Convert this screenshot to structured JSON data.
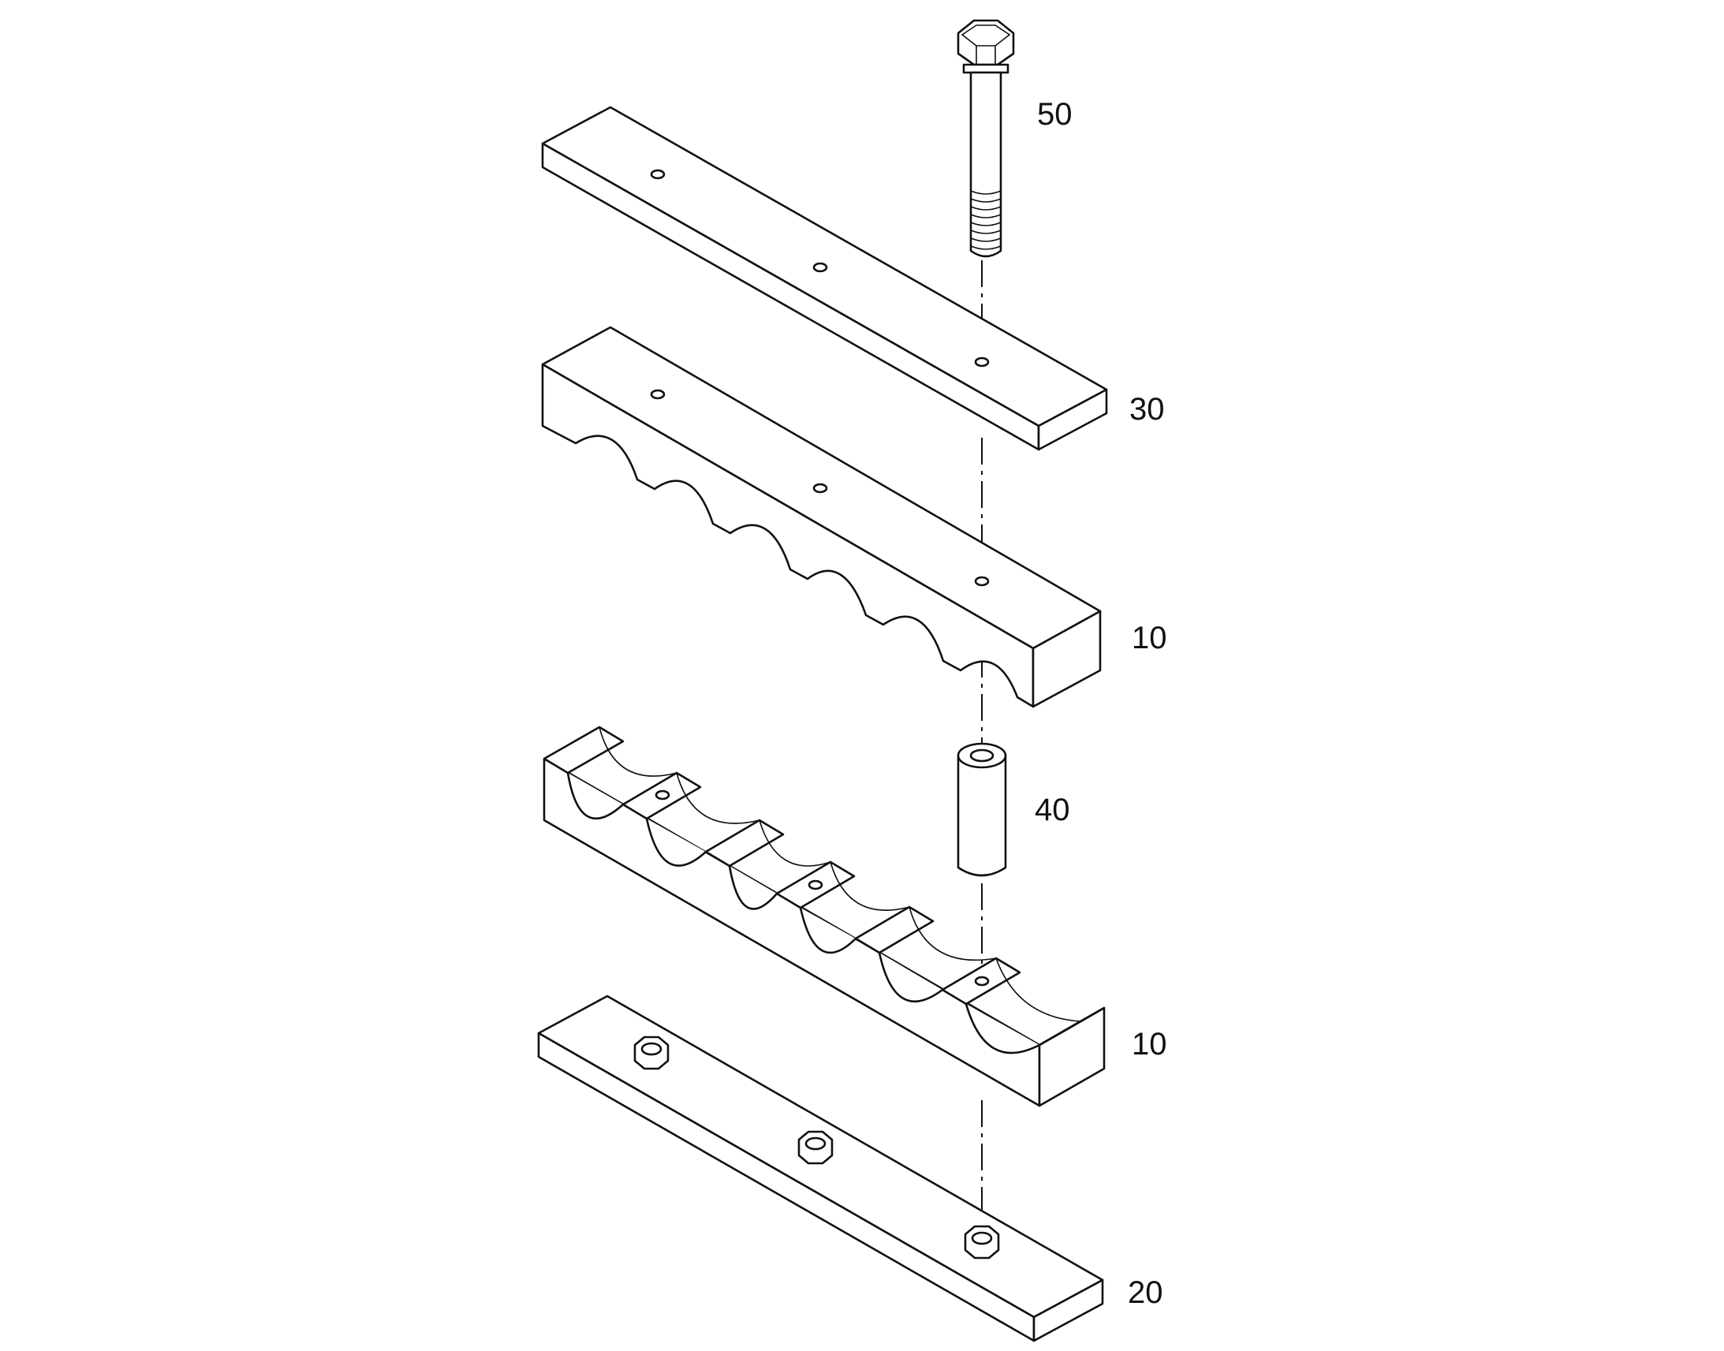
{
  "labels": {
    "bolt": "50",
    "cover_plate": "30",
    "upper_clamp": "10",
    "sleeve": "40",
    "lower_clamp": "10",
    "base_plate": "20"
  }
}
